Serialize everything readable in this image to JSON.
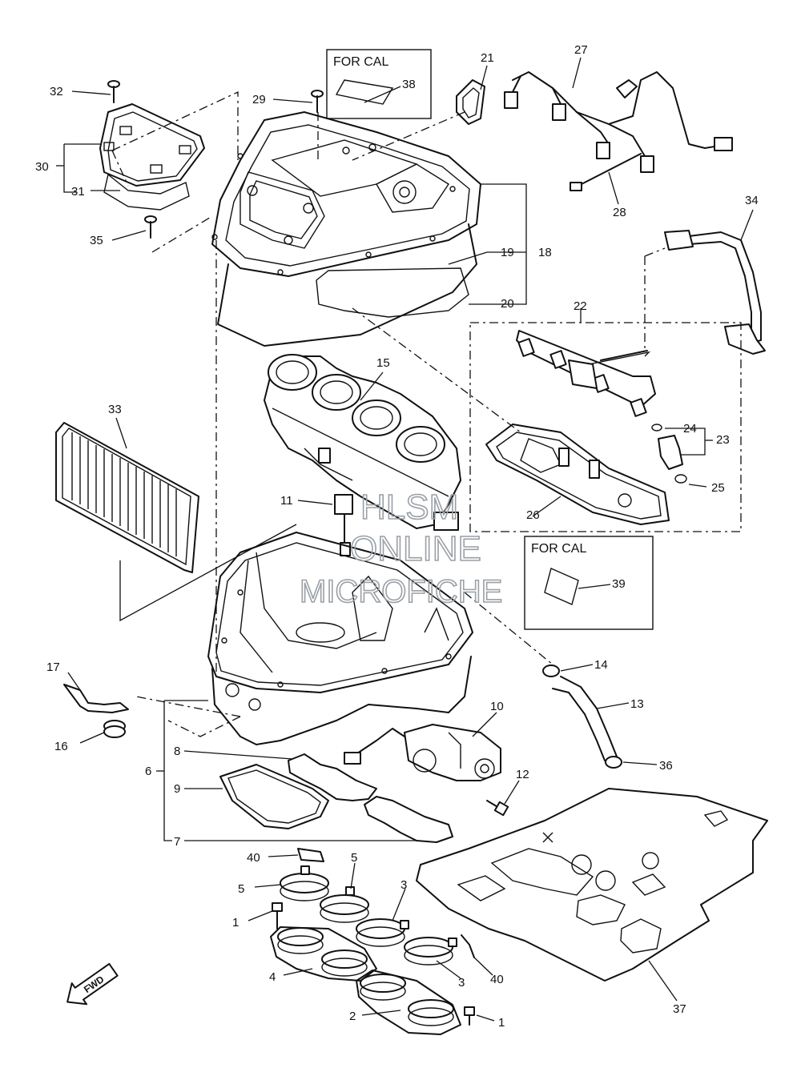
{
  "diagram": {
    "callouts": {
      "c1a": "1",
      "c1b": "1",
      "c2": "2",
      "c3a": "3",
      "c3b": "3",
      "c4": "4",
      "c5a": "5",
      "c5b": "5",
      "c6": "6",
      "c7": "7",
      "c8": "8",
      "c9": "9",
      "c10": "10",
      "c11": "11",
      "c12": "12",
      "c13": "13",
      "c14": "14",
      "c15": "15",
      "c16": "16",
      "c17": "17",
      "c18": "18",
      "c19": "19",
      "c20": "20",
      "c21": "21",
      "c22": "22",
      "c23": "23",
      "c24": "24",
      "c25": "25",
      "c26": "26",
      "c27": "27",
      "c28": "28",
      "c29": "29",
      "c30": "30",
      "c31": "31",
      "c32": "32",
      "c33": "33",
      "c34": "34",
      "c35": "35",
      "c36": "36",
      "c37": "37",
      "c38": "38",
      "c39": "39",
      "c40a": "40",
      "c40b": "40"
    },
    "for_cal_box_1": "FOR CAL",
    "for_cal_box_2": "FOR CAL",
    "direction_badge": "FWD",
    "watermark": {
      "line1": "HLSM",
      "line2": "ONLINE",
      "line3": "MICROFICHE"
    }
  }
}
